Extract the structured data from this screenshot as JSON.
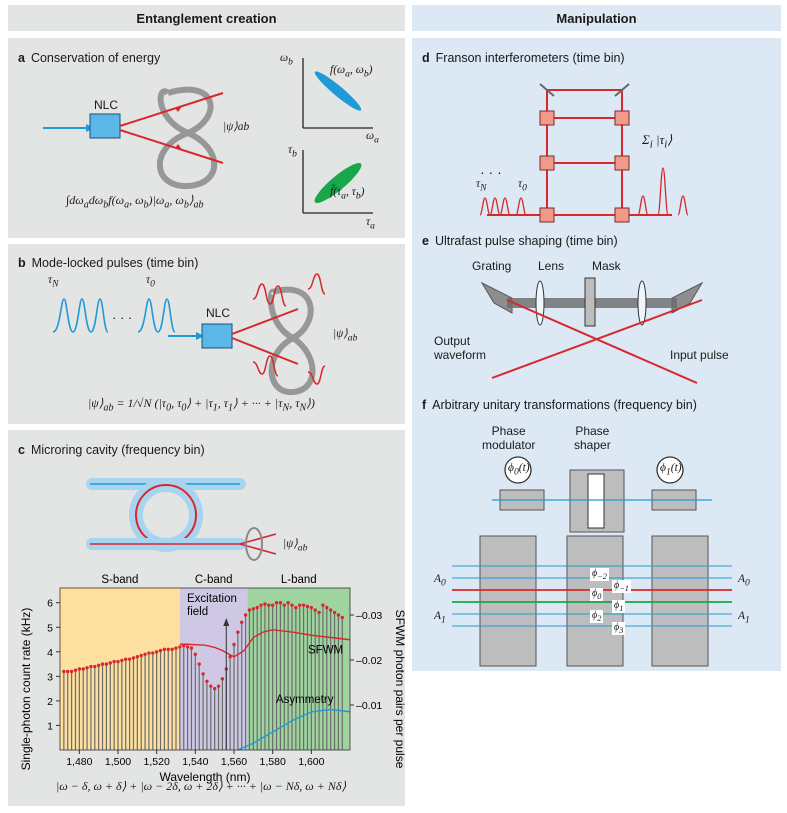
{
  "headers": {
    "left": "Entanglement creation",
    "right": "Manipulation"
  },
  "panel_a": {
    "letter": "a",
    "title": "Conservation of energy",
    "nlc": "NLC",
    "psi": "|ψ⟩ab",
    "integral": "∫dω<sub>a</sub>dω<sub>b</sub>f(ω<sub>a</sub>, ω<sub>b</sub>)|ω<sub>a</sub>, ω<sub>b</sub>⟩<sub>ab</sub>",
    "plot1_y": "ω",
    "plot1_ysub": "b",
    "plot1_x": "ω",
    "plot1_xsub": "a",
    "plot1_f": "f(ω<sub>a</sub>, ω<sub>b</sub>)",
    "plot2_y": "τ",
    "plot2_ysub": "b",
    "plot2_x": "τ",
    "plot2_xsub": "a",
    "plot2_f": "f̃(τ<sub>a</sub>, τ<sub>b</sub>)",
    "colors": {
      "blue": "#1f9ad6",
      "green": "#1aa64a",
      "red": "#d7282d"
    }
  },
  "panel_b": {
    "letter": "b",
    "title": "Mode-locked pulses (time bin)",
    "tau_n": "τ<sub>N</sub>",
    "tau_0": "τ<sub>0</sub>",
    "dots": "· · ·",
    "nlc": "NLC",
    "psi": "|ψ⟩<sub>ab</sub>",
    "equation": "|ψ⟩<sub>ab</sub> = 1/√N (|τ<sub>0</sub>, τ<sub>0</sub>⟩ + |τ<sub>1</sub>, τ<sub>1</sub>⟩ + ··· + |τ<sub>N</sub>, τ<sub>N</sub>⟩)"
  },
  "panel_c": {
    "letter": "c",
    "title": "Microring cavity (frequency bin)",
    "psi": "|ψ⟩<sub>ab</sub>",
    "equation": "|ω − δ, ω + δ⟩ + |ω − 2δ, ω + 2δ⟩ + ··· + |ω − Nδ, ω + Nδ⟩"
  },
  "panel_d": {
    "letter": "d",
    "title": "Franson interferometers (time bin)",
    "sum": "Σ<sub>i</sub> |τ<sub>i</sub>⟩",
    "tau_n": "τ<sub>N</sub>",
    "tau_0": "τ<sub>0</sub>",
    "dots": "· · ·"
  },
  "panel_e": {
    "letter": "e",
    "title": "Ultrafast pulse shaping (time bin)",
    "grating": "Grating",
    "lens": "Lens",
    "mask": "Mask",
    "output": "Output\nwaveform",
    "input": "Input pulse"
  },
  "panel_f": {
    "letter": "f",
    "title": "Arbitrary unitary transformations (frequency bin)",
    "phase_modulator": "Phase\nmodulator",
    "phase_shaper": "Phase\nshaper",
    "phi0t": "ϕ<sub>0</sub>(t)",
    "phi1t": "ϕ<sub>1</sub>(t)",
    "a0": "A<sub>0</sub>",
    "a1": "A<sub>1</sub>",
    "phis": [
      "ϕ<sub>−2</sub>",
      "ϕ<sub>−1</sub>",
      "ϕ<sub>0</sub>",
      "ϕ<sub>1</sub>",
      "ϕ<sub>2</sub>",
      "ϕ<sub>3</sub>"
    ]
  },
  "chart_data": {
    "type": "bar",
    "xlabel": "Wavelength (nm)",
    "ylabel": "Single-photon count rate (kHz)",
    "y2label": "SFWM photon pairs per pulse",
    "xlim": [
      1470,
      1620
    ],
    "ylim": [
      0,
      6.6
    ],
    "y2lim": [
      0,
      0.036
    ],
    "xticks": [
      1480,
      1500,
      1520,
      1540,
      1560,
      1580,
      1600
    ],
    "yticks": [
      1,
      2,
      3,
      4,
      5,
      6
    ],
    "y2ticks": [
      0.01,
      0.02,
      0.03
    ],
    "bands": [
      {
        "name": "S-band",
        "from": 1470,
        "to": 1532,
        "color": "#fde0a0"
      },
      {
        "name": "C-band",
        "from": 1532,
        "to": 1567,
        "color": "#cfc8e4"
      },
      {
        "name": "L-band",
        "from": 1567,
        "to": 1620,
        "color": "#9fd49f"
      }
    ],
    "annotation": "Excitation\nfield",
    "excitation_x": 1556,
    "series": [
      {
        "name": "SFWM",
        "axis": "right",
        "color": "#d7282d",
        "x": [
          1532,
          1536,
          1540,
          1545,
          1550,
          1554,
          1557,
          1560,
          1565,
          1570,
          1575,
          1580,
          1590,
          1600,
          1610,
          1620
        ],
        "values": [
          0.0235,
          0.0235,
          0.0234,
          0.0233,
          0.0228,
          0.0221,
          0.0214,
          0.0207,
          0.022,
          0.025,
          0.0262,
          0.0267,
          0.0262,
          0.0255,
          0.025,
          0.0245
        ]
      },
      {
        "name": "Asymmetry",
        "axis": "right",
        "color": "#1f9ad6",
        "x": [
          1562,
          1570,
          1580,
          1590,
          1600,
          1610,
          1620
        ],
        "values": [
          0.0,
          0.0015,
          0.004,
          0.0065,
          0.0085,
          0.009,
          0.0085
        ]
      }
    ],
    "bars": {
      "x": [
        1472,
        1474,
        1476,
        1478,
        1480,
        1482,
        1484,
        1486,
        1488,
        1490,
        1492,
        1494,
        1496,
        1498,
        1500,
        1502,
        1504,
        1506,
        1508,
        1510,
        1512,
        1514,
        1516,
        1518,
        1520,
        1522,
        1524,
        1526,
        1528,
        1530,
        1532,
        1534,
        1536,
        1538,
        1540,
        1542,
        1544,
        1546,
        1548,
        1550,
        1552,
        1554,
        1556,
        1558,
        1560,
        1562,
        1564,
        1566,
        1568,
        1570,
        1572,
        1574,
        1576,
        1578,
        1580,
        1582,
        1584,
        1586,
        1588,
        1590,
        1592,
        1594,
        1596,
        1598,
        1600,
        1602,
        1604,
        1606,
        1608,
        1610,
        1612,
        1614,
        1616
      ],
      "values": [
        3.2,
        3.2,
        3.2,
        3.25,
        3.3,
        3.3,
        3.35,
        3.4,
        3.4,
        3.45,
        3.5,
        3.5,
        3.55,
        3.6,
        3.6,
        3.65,
        3.7,
        3.7,
        3.75,
        3.8,
        3.85,
        3.9,
        3.95,
        3.95,
        4.0,
        4.05,
        4.1,
        4.1,
        4.1,
        4.15,
        4.2,
        4.25,
        4.2,
        4.15,
        3.9,
        3.5,
        3.1,
        2.8,
        2.6,
        2.5,
        2.6,
        2.9,
        3.3,
        3.8,
        4.3,
        4.8,
        5.2,
        5.5,
        5.7,
        5.75,
        5.8,
        5.9,
        5.95,
        5.9,
        5.9,
        6.0,
        6.0,
        5.9,
        6.0,
        5.9,
        5.8,
        5.9,
        5.9,
        5.85,
        5.8,
        5.7,
        5.6,
        5.9,
        5.8,
        5.7,
        5.6,
        5.5,
        5.4
      ]
    }
  }
}
